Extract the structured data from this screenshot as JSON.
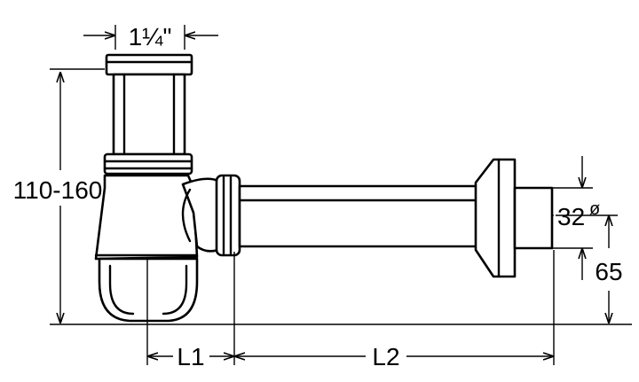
{
  "dimensions": {
    "inlet_thread": "1¼\"",
    "height_range": "110-160",
    "outlet_diameter": "32",
    "diameter_symbol": "ø",
    "outlet_height": "65",
    "length_1": "L1",
    "length_2": "L2"
  }
}
